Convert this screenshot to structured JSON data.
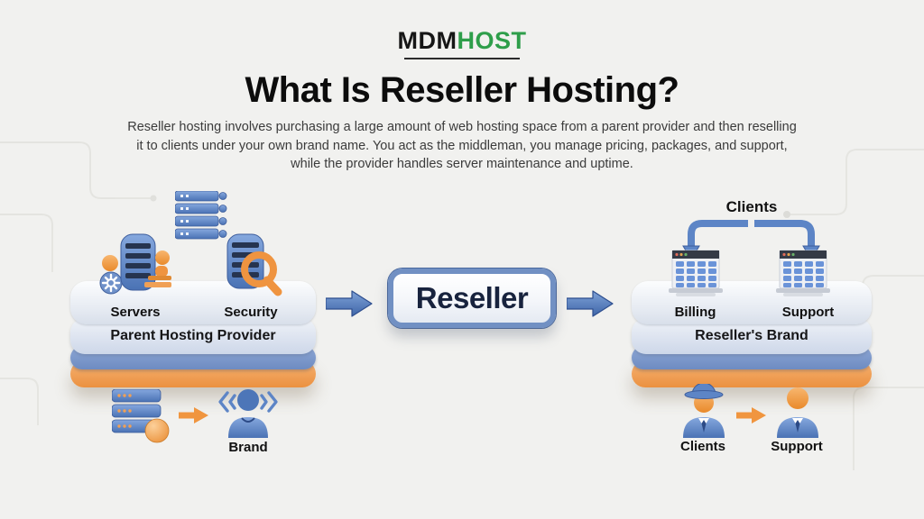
{
  "logo": {
    "text_black": "MDM",
    "text_green": "HOST",
    "accent_green": "#2e9e4a"
  },
  "header": {
    "title": "What Is Reseller Hosting?",
    "description": "Reseller hosting involves purchasing a large amount of web hosting space from a parent provider and then reselling it to clients under your own brand name. You act as the middleman, you manage pricing, packages, and support, while the provider handles server maintenance and uptime."
  },
  "diagram": {
    "parent_platform": {
      "columns": [
        "Servers",
        "Security"
      ],
      "label": "Parent Hosting Provider"
    },
    "reseller_box_label": "Reseller",
    "client_platform": {
      "top_label": "Clients",
      "columns": [
        "Billing",
        "Support"
      ],
      "label": "Reseller's Brand"
    },
    "bottom_left": {
      "label": "Brand"
    },
    "bottom_right": {
      "from_label": "Clients",
      "to_label": "Support"
    },
    "colors": {
      "arrow_blue": "#5d85c6",
      "accent_orange": "#f0953f",
      "platform_blue": "#7e9acc",
      "platform_orange": "#f0a055"
    }
  }
}
